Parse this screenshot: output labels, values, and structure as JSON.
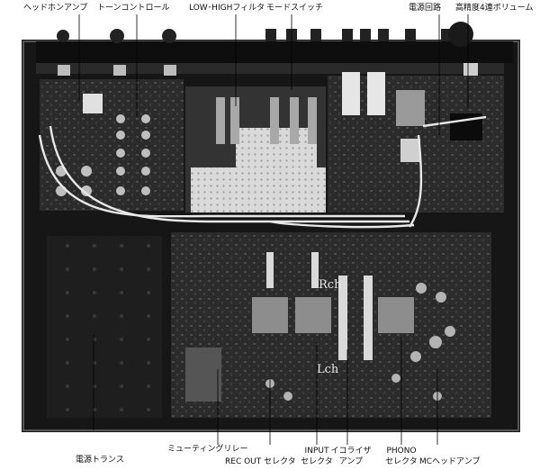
{
  "image": {
    "top_labels": {
      "headphone_amp": "ヘッドホンアンプ",
      "tone_control": "トーンコントロール",
      "low_high_filter": "LOW･HIGHフィルタ",
      "mode_switch": "モードスイッチ",
      "power_circuit": "電源回路",
      "volume": "高精度4連ボリューム"
    },
    "bottom_labels": {
      "power_transformer": "電源トランス",
      "muting_relay": "ミューティングリレー",
      "rec_out_selector": "REC OUT セレクタ",
      "input_selector_line1": "INPUT",
      "input_selector_line2": "セレクタ",
      "equalizer_amp_line1": "イコライザ",
      "equalizer_amp_line2": "アンプ",
      "phono_selector_line1": "PHONO",
      "phono_selector_line2": "セレクタ",
      "mc_headamp": "MCヘッドアンプ"
    },
    "board_silkscreen": {
      "rch": "Rch",
      "lch": "Lch"
    }
  }
}
